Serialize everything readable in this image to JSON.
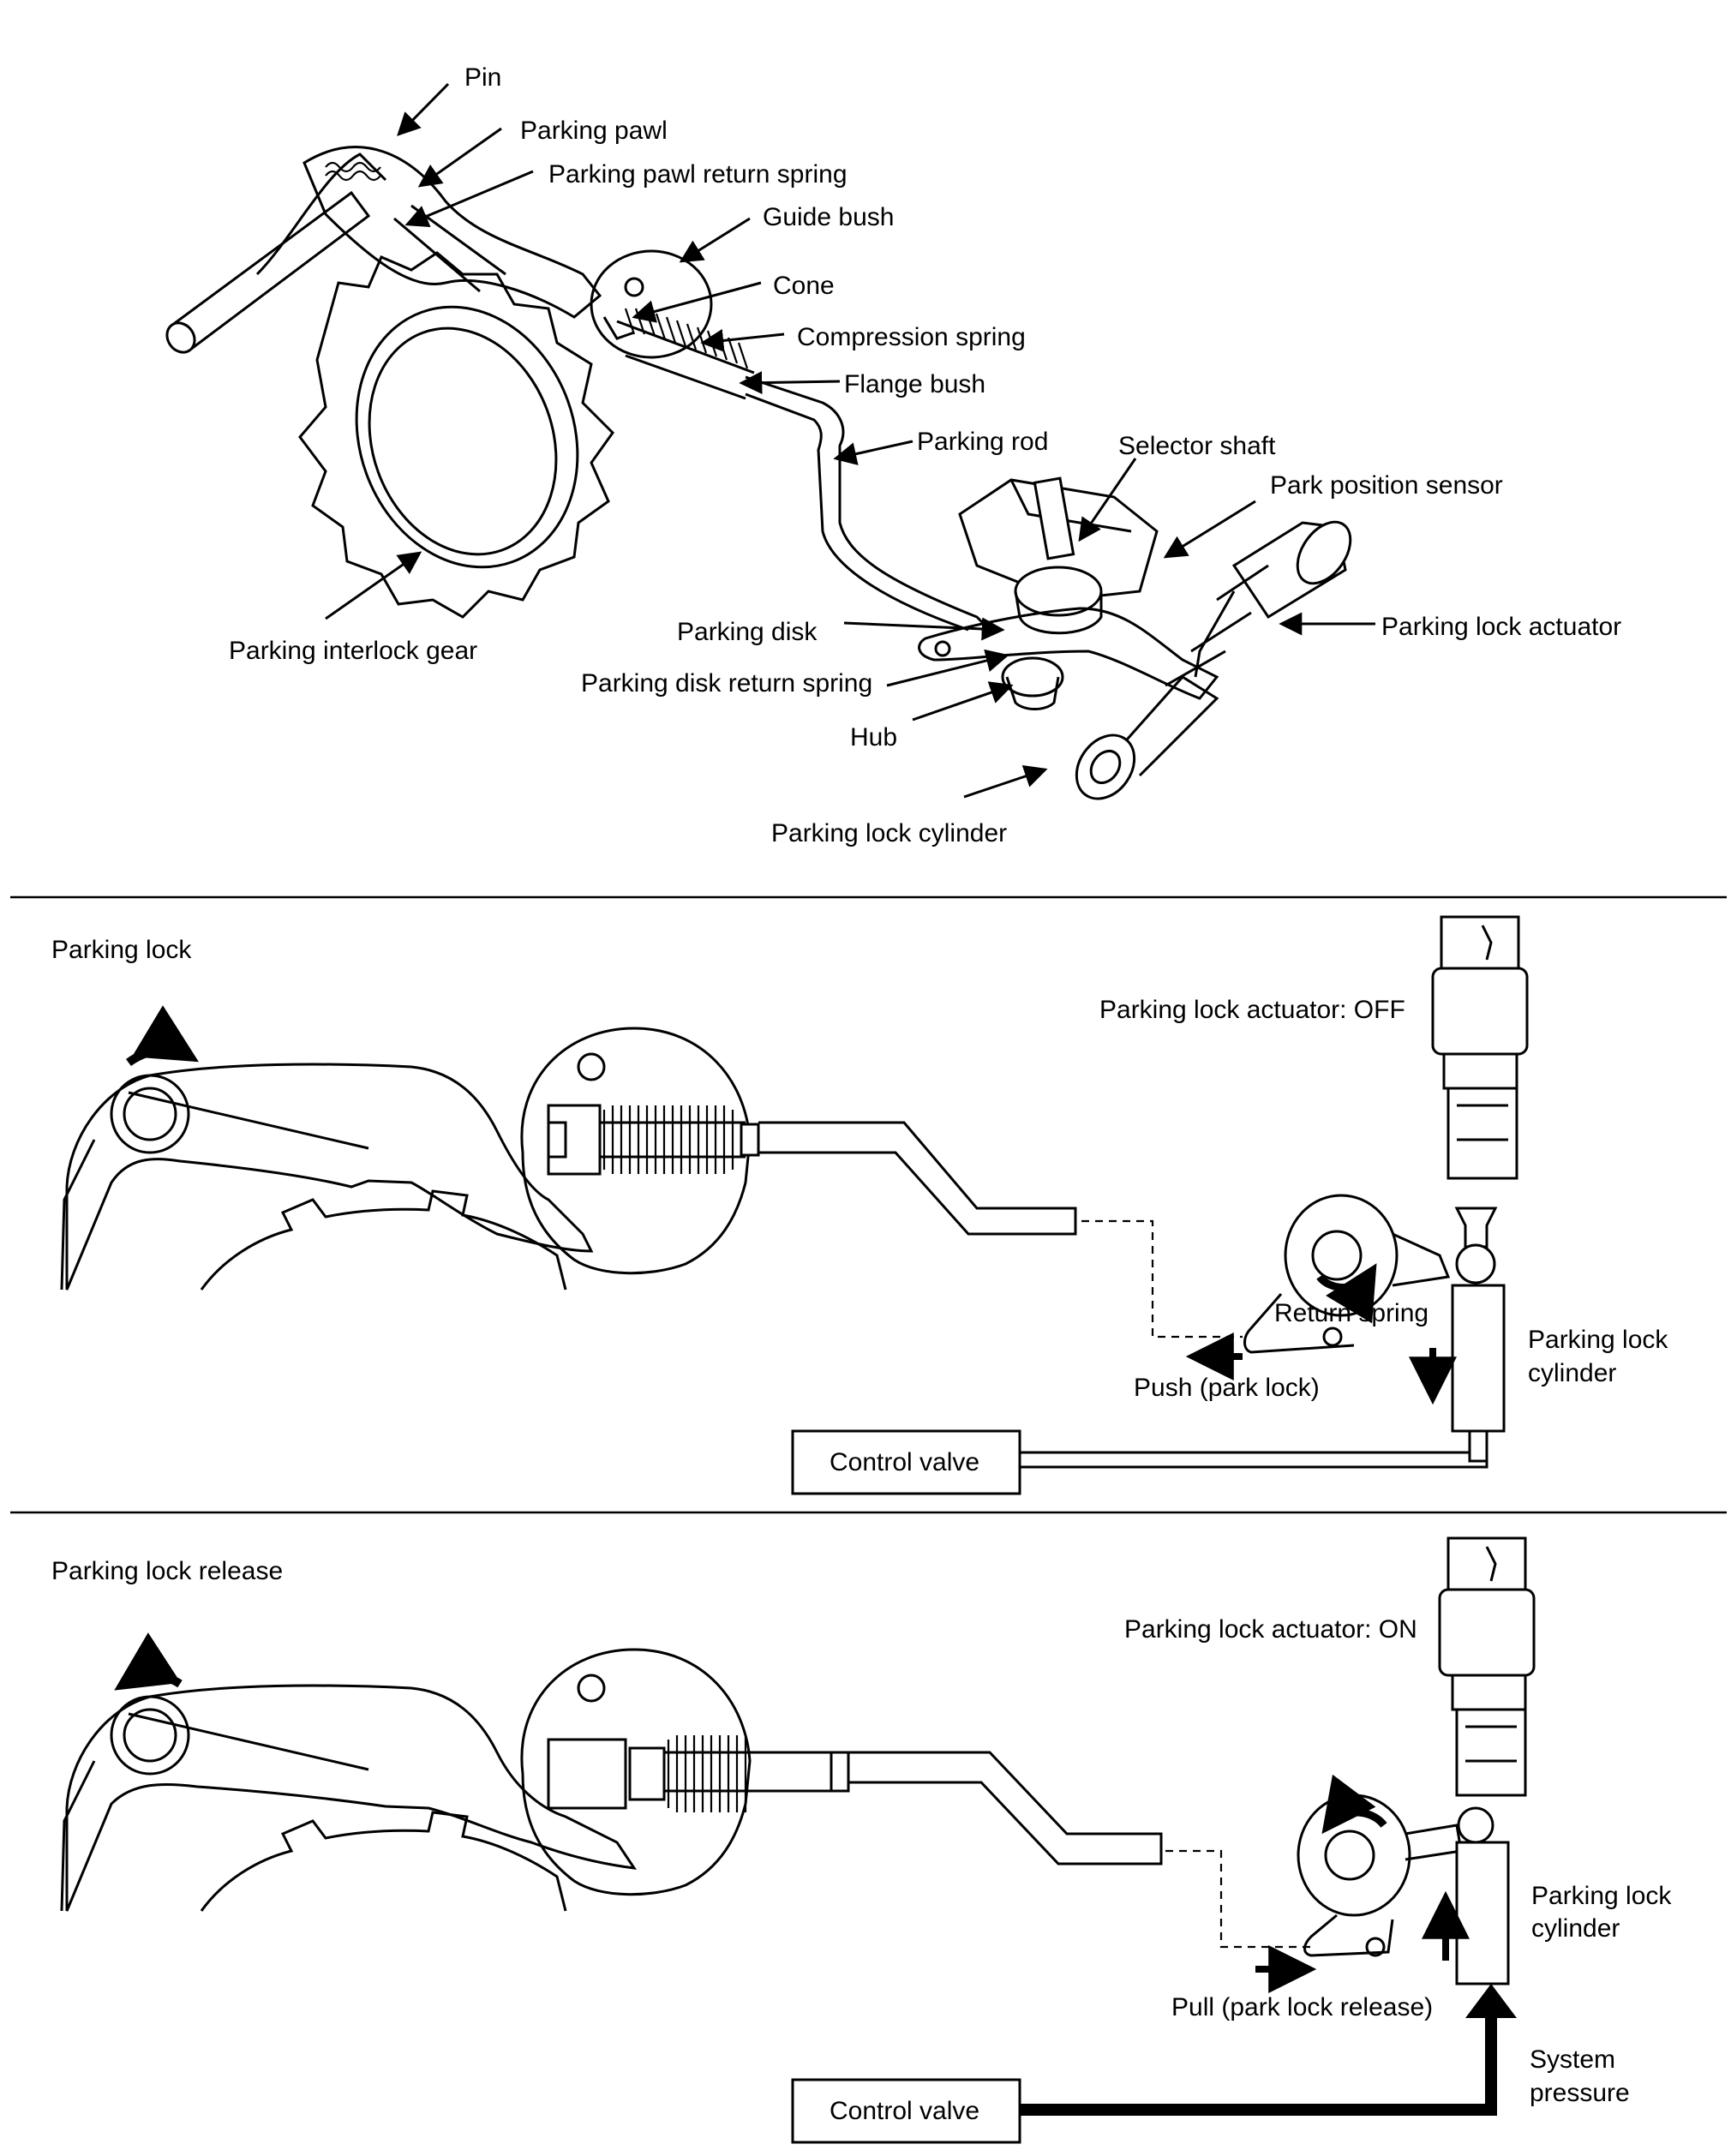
{
  "top_labels": {
    "pin": "Pin",
    "parking_pawl": "Parking pawl",
    "parking_pawl_return_spring": "Parking pawl return spring",
    "guide_bush": "Guide bush",
    "cone": "Cone",
    "compression_spring": "Compression spring",
    "flange_bush": "Flange bush",
    "parking_rod": "Parking rod",
    "selector_shaft": "Selector shaft",
    "park_position_sensor": "Park position sensor",
    "parking_disk": "Parking disk",
    "parking_lock_actuator": "Parking lock actuator",
    "parking_interlock_gear": "Parking interlock gear",
    "parking_disk_return_spring": "Parking disk return spring",
    "hub": "Hub",
    "parking_lock_cylinder": "Parking lock cylinder"
  },
  "lock_panel": {
    "title": "Parking lock",
    "actuator_state": "Parking lock actuator: OFF",
    "return_spring": "Return spring",
    "cylinder_line1": "Parking lock",
    "cylinder_line2": "cylinder",
    "action": "Push (park lock)",
    "control_valve": "Control valve"
  },
  "release_panel": {
    "title": "Parking lock release",
    "actuator_state": "Parking lock actuator: ON",
    "cylinder_line1": "Parking lock",
    "cylinder_line2": "cylinder",
    "action": "Pull (park lock release)",
    "control_valve": "Control valve",
    "pressure_line1": "System",
    "pressure_line2": "pressure"
  }
}
